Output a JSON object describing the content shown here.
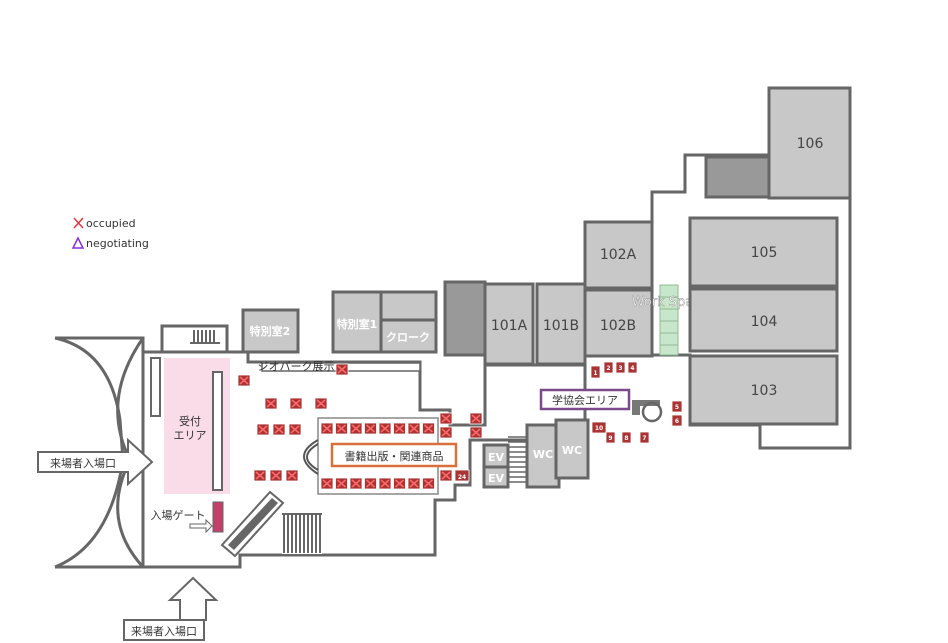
{
  "legend": {
    "occupied_label": "occupied",
    "negotiating_label": "negotiating",
    "occupied_color": "#e8353b",
    "negotiating_color": "#8a2be2"
  },
  "rooms": {
    "r106": "106",
    "r105": "105",
    "r104": "104",
    "r103": "103",
    "r102a": "102A",
    "r102b": "102B",
    "r101a": "101A",
    "r101b": "101B",
    "special1": "特別室1",
    "special2": "特別室2",
    "cloak": "クローク",
    "wc1": "WC",
    "wc2": "WC",
    "ev1": "EV",
    "ev2": "EV"
  },
  "areas": {
    "work_space": "Work Space",
    "society_area": "学協会エリア",
    "books": "書籍出版・関連商品",
    "reception_line1": "受付",
    "reception_line2": "エリア",
    "geopark": "ジオパーク展示",
    "gate": "入場ゲート"
  },
  "entrances": {
    "west": "来場者入場口",
    "south": "来場者入場口"
  },
  "booths": {
    "b1": "1",
    "b2": "2",
    "b3": "3",
    "b4": "4",
    "b5": "5",
    "b6": "6",
    "b7": "7",
    "b8": "8",
    "b9": "9",
    "b10": "10",
    "b24": "24"
  },
  "colors": {
    "room": "#c8c8c8",
    "wall": "#666666",
    "reception": "#f9dce8",
    "gate": "#c2416b",
    "booth": "#a33333",
    "workspace": "#c8e6c9",
    "society_border": "#7b4a8b",
    "books_border": "#d9703a"
  }
}
